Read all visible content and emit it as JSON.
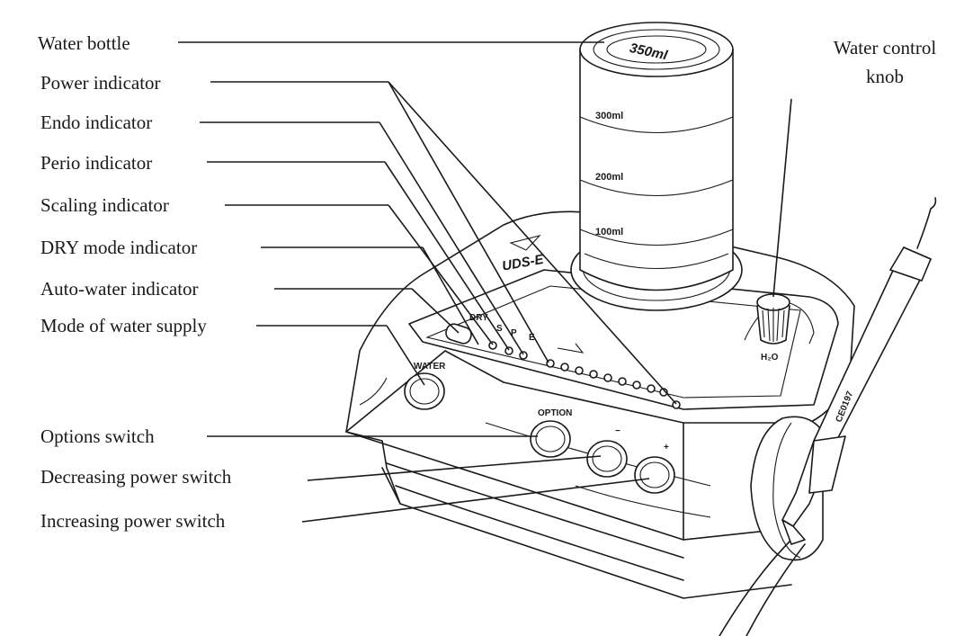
{
  "labels": {
    "water_bottle": "Water bottle",
    "power_indicator": "Power indicator",
    "endo_indicator": "Endo indicator",
    "perio_indicator": "Perio indicator",
    "scaling_indicator": "Scaling indicator",
    "dry_mode_indicator": "DRY mode indicator",
    "auto_water_indicator": "Auto-water indicator",
    "mode_of_water_supply": "Mode of water supply",
    "options_switch": "Options switch",
    "decreasing_power_switch": "Decreasing power switch",
    "increasing_power_switch": "Increasing power switch",
    "water_control_knob_line1": "Water control",
    "water_control_knob_line2": "knob"
  },
  "device_text": {
    "bottle_cap": "350ml",
    "mark_300": "300ml",
    "mark_200": "200ml",
    "mark_100": "100ml",
    "model": "UDS-E",
    "water_button": "WATER",
    "option_button": "OPTION",
    "minus": "−",
    "plus": "+",
    "dry": "DRY",
    "s": "S",
    "p": "P",
    "e": "E",
    "h2o": "H₂O",
    "handpiece_ce": "CE0197"
  }
}
